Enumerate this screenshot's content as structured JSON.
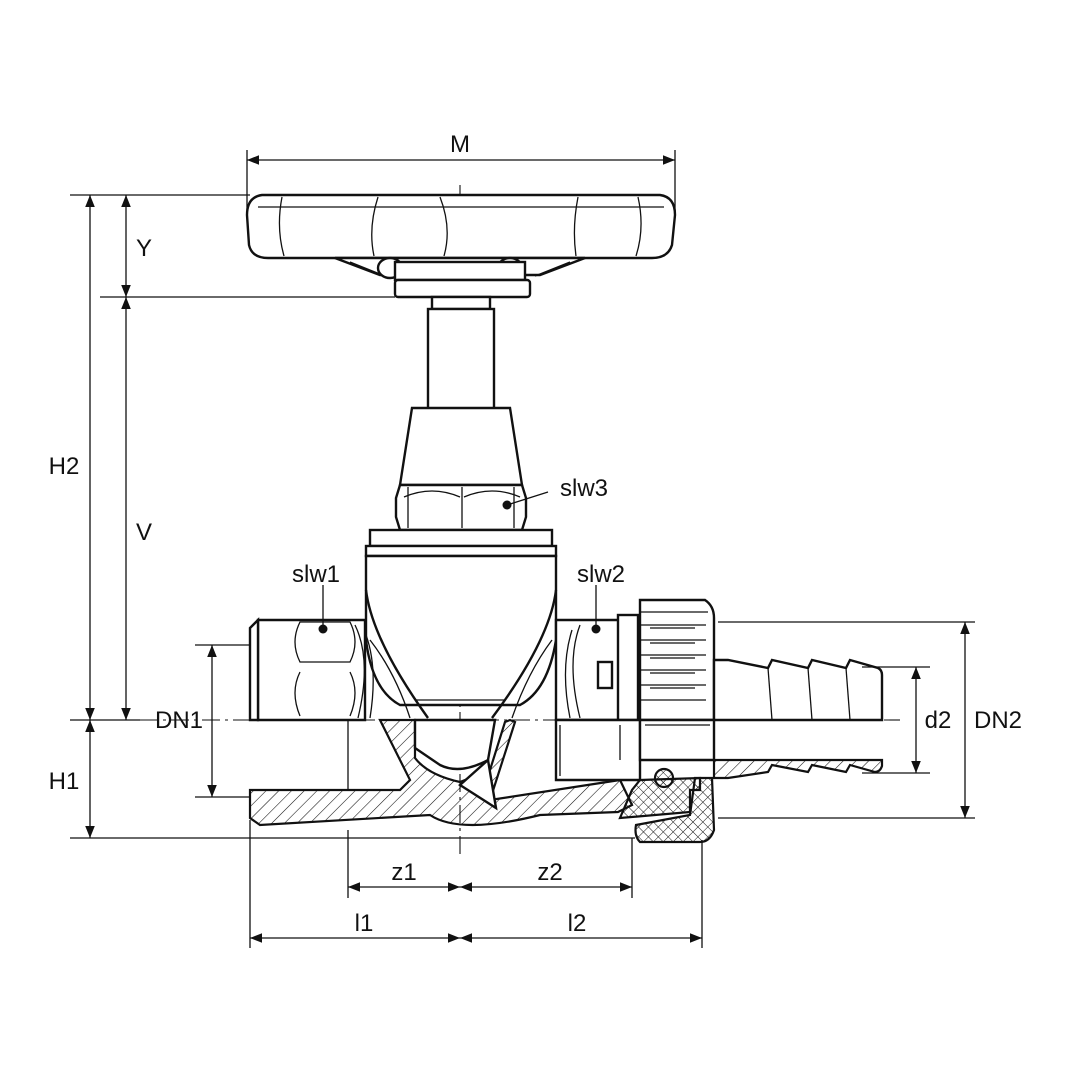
{
  "diagram": {
    "labels": {
      "M": "M",
      "Y": "Y",
      "H2": "H2",
      "V": "V",
      "H1": "H1",
      "DN1": "DN1",
      "DN2": "DN2",
      "d2": "d2",
      "z1": "z1",
      "z2": "z2",
      "l1": "l1",
      "l2": "l2",
      "slw1": "slw1",
      "slw2": "slw2",
      "slw3": "slw3"
    },
    "colors": {
      "ink": "#111111",
      "paper": "#ffffff"
    }
  }
}
